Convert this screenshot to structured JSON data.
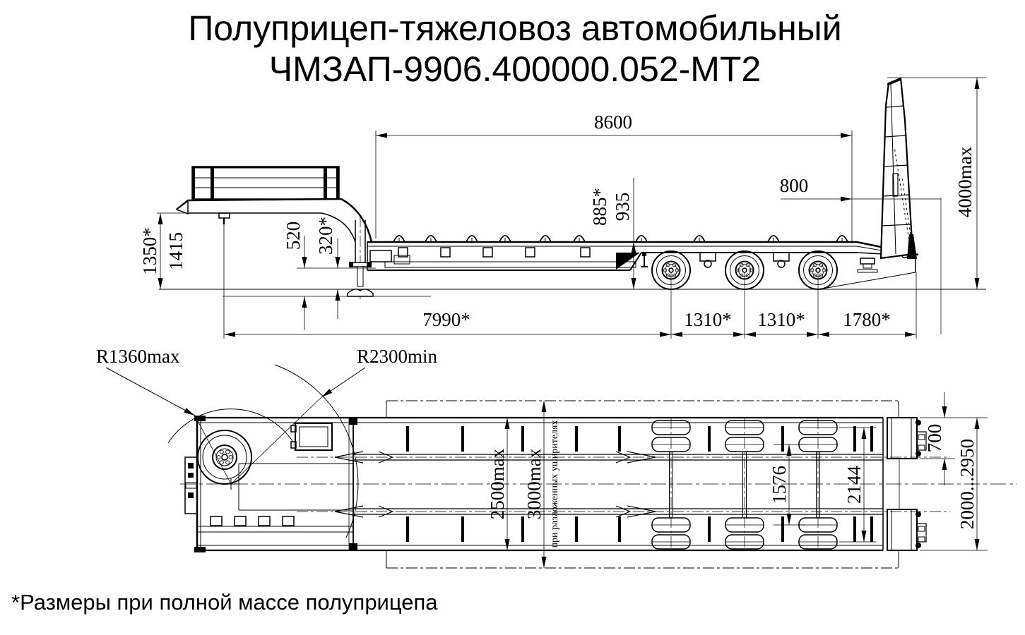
{
  "colors": {
    "ink": "#000000",
    "paper": "#ffffff"
  },
  "title": {
    "line1": "Полуприцеп-тяжеловоз автомобильный",
    "line2": "ЧМЗАП-9906.400000.052-МТ2"
  },
  "footnote": "*Размеры при полной массе полуприцепа",
  "side_view": {
    "dims": {
      "deck_length": "8600",
      "rear_section": "800",
      "ramp_height": "4000max",
      "coupling_height_laden": "1350*",
      "coupling_height_unladen": "1415",
      "neck_clearance_unladen": "520",
      "neck_clearance_laden": "320*",
      "deck_height_laden": "885*",
      "deck_height_unladen": "935",
      "kingpin_to_first_axle": "7990*",
      "axle_spacing_1": "1310*",
      "axle_spacing_2": "1310*",
      "last_axle_to_rear": "1780*"
    }
  },
  "top_view": {
    "dims": {
      "width_max": "2500max",
      "width_extended": "3000max",
      "width_extended_note": "при разложенных уширителях",
      "tire_track_inner": "1576",
      "tire_track_outer": "2144",
      "ramp_width": "700",
      "ramp_spacing_range": "2000...2950",
      "front_swing_radius": "R1360max",
      "kingpin_swing_radius": "R2300min"
    }
  }
}
